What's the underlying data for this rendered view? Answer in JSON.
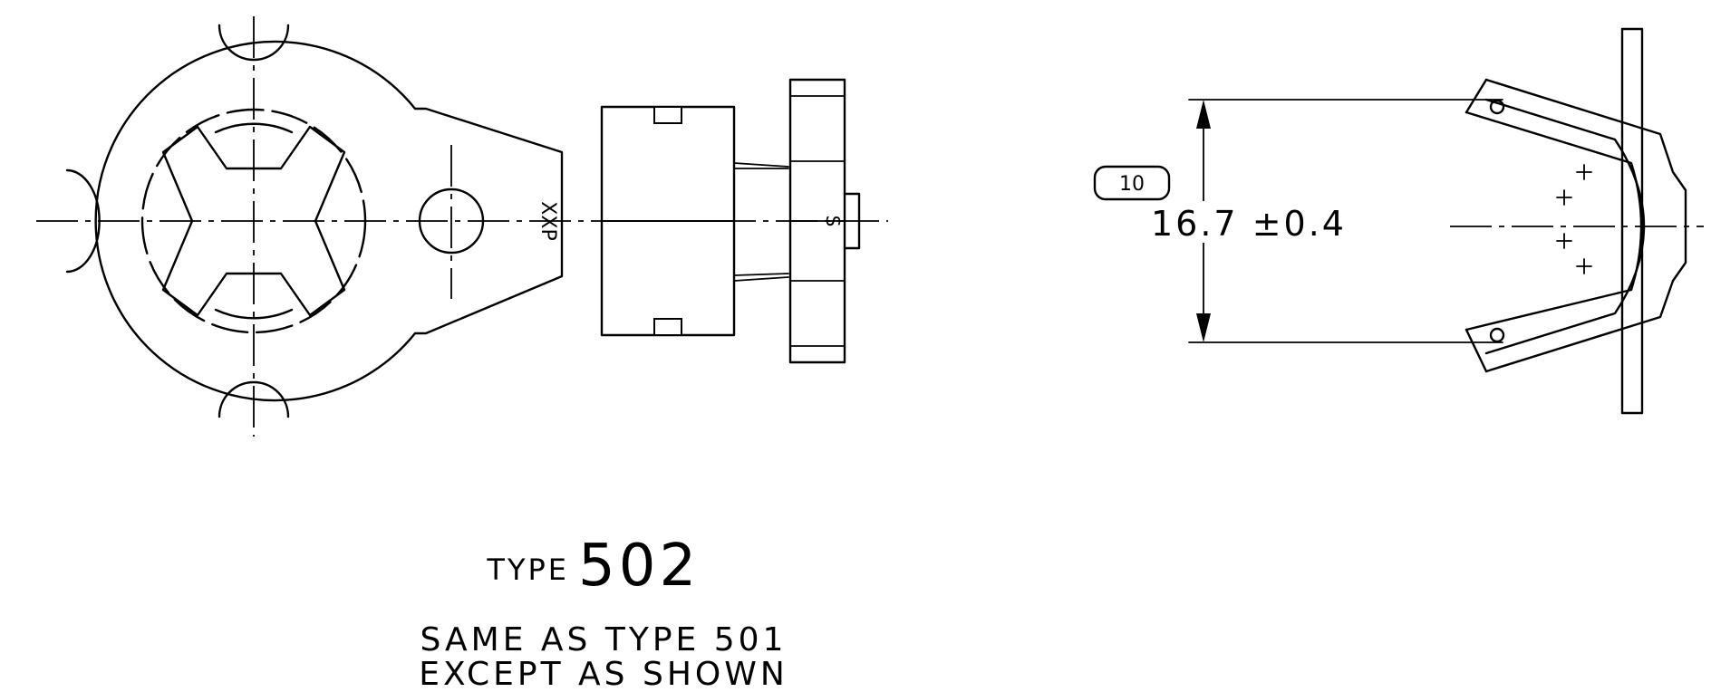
{
  "drawing": {
    "type_label": "TYPE",
    "type_number": "502",
    "note_line1": "SAME AS TYPE 501",
    "note_line2": "EXCEPT AS SHOWN",
    "marking_text": "XXP",
    "stamp_letter": "S",
    "callout_number": "10",
    "dimension_text": "16.7 ±0.4"
  }
}
